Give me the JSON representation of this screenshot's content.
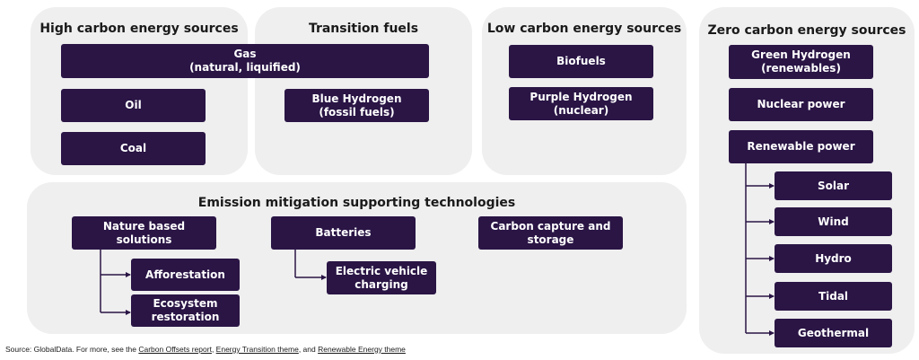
{
  "panels": {
    "high_carbon": {
      "title": "High carbon energy sources",
      "items": {
        "gas": "Gas\n(natural, liquified)",
        "oil": "Oil",
        "coal": "Coal"
      }
    },
    "transition": {
      "title": "Transition fuels",
      "items": {
        "blue_hydrogen": "Blue Hydrogen\n(fossil fuels)"
      }
    },
    "low_carbon": {
      "title": "Low carbon energy sources",
      "items": {
        "biofuels": "Biofuels",
        "purple_hydrogen": "Purple Hydrogen\n(nuclear)"
      }
    },
    "zero_carbon": {
      "title": "Zero carbon energy sources",
      "items": {
        "green_hydrogen": "Green Hydrogen\n(renewables)",
        "nuclear": "Nuclear power",
        "renewable": "Renewable power",
        "solar": "Solar",
        "wind": "Wind",
        "hydro": "Hydro",
        "tidal": "Tidal",
        "geothermal": "Geothermal"
      }
    },
    "mitigation": {
      "title": "Emission mitigation supporting technologies",
      "items": {
        "nature": "Nature based solutions",
        "afforestation": "Afforestation",
        "ecosystem": "Ecosystem\nrestoration",
        "batteries": "Batteries",
        "ev_charging": "Electric vehicle\ncharging",
        "ccs": "Carbon capture and\nstorage"
      }
    }
  },
  "source": {
    "prefix": "Source: GlobalData. For more, see the ",
    "link1": "Carbon Offsets report",
    "sep1": ", ",
    "link2": "Energy Transition theme",
    "sep2": ", and ",
    "link3": "Renewable Energy theme"
  },
  "colors": {
    "box": "#2a1545",
    "panel": "#efefef",
    "connector": "#2a1545"
  }
}
